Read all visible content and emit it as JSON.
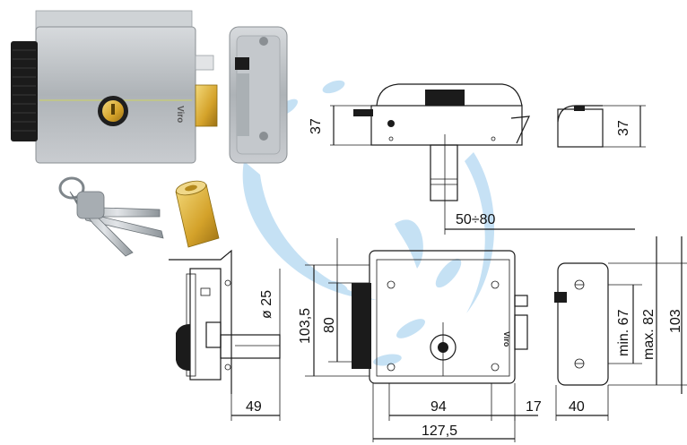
{
  "product": {
    "brand_mark": "Viro"
  },
  "dimensions": {
    "top_height": "37",
    "side_height": "37",
    "bolt_throw": "50÷80",
    "cylinder_diameter": "ø 25",
    "height_103_5": "103,5",
    "height_80": "80",
    "side_offset": "49",
    "body_width": "94",
    "plate_offset": "17",
    "total_width": "127,5",
    "keeper_depth": "40",
    "min_67": "min. 67",
    "max_82": "max. 82",
    "height_103": "103"
  },
  "colors": {
    "accent_blue": "#bcdcf3",
    "metal": "#b8bcc0",
    "brass": "#d9a928",
    "black": "#1b1b1b"
  },
  "icons": {
    "lock_photo": "electric-rim-lock-icon",
    "keeper_photo": "strike-keeper-icon",
    "keys_photo": "keys-icon",
    "cylinder_photo": "brass-cylinder-icon"
  }
}
